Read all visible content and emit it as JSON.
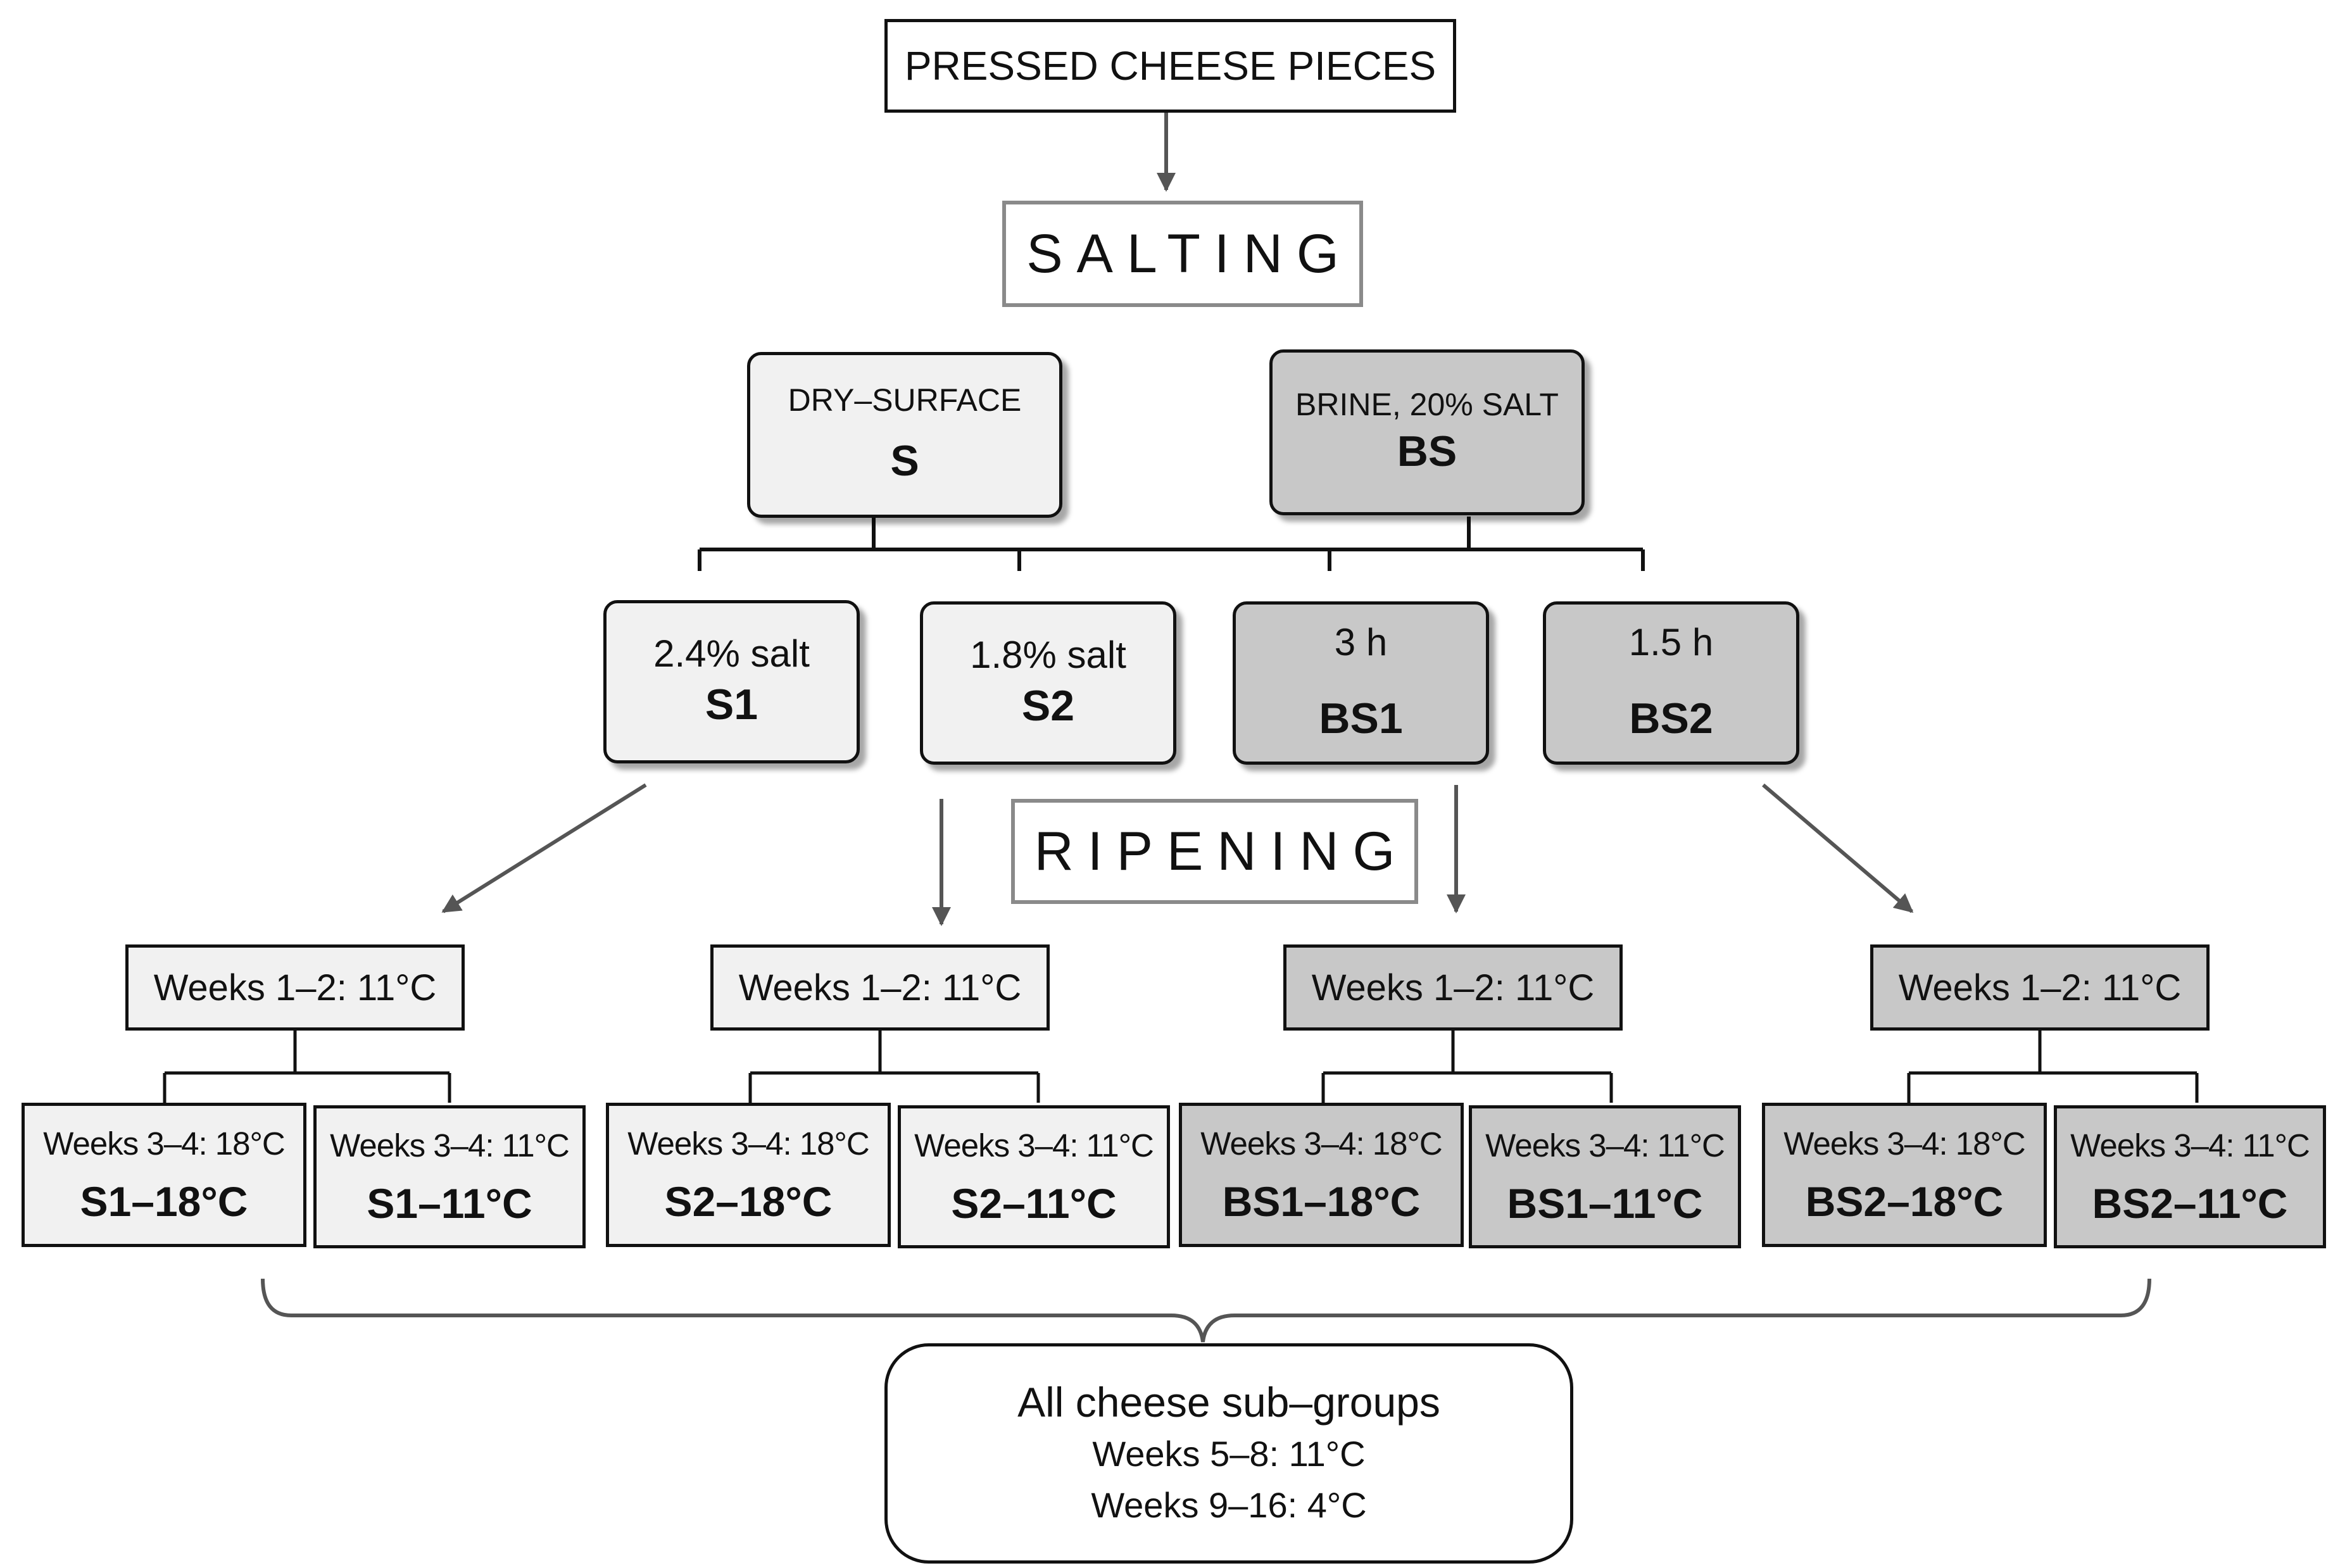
{
  "top": {
    "label": "PRESSED CHEESE PIECES"
  },
  "salting": {
    "label": "SALTING"
  },
  "ripening": {
    "label": "RIPENING"
  },
  "methods": [
    {
      "caption": "DRY–SURFACE",
      "code": "S",
      "fill": "#f1f1f1"
    },
    {
      "caption": "BRINE, 20% SALT",
      "code": "BS",
      "fill": "#c8c8c8"
    }
  ],
  "groups": [
    {
      "caption": "2.4% salt",
      "code": "S1"
    },
    {
      "caption": "1.8% salt",
      "code": "S2"
    },
    {
      "caption": "3 h",
      "code": "BS1"
    },
    {
      "caption": "1.5 h",
      "code": "BS2"
    }
  ],
  "weeks12": [
    "Weeks 1–2: 11°C",
    "Weeks 1–2: 11°C",
    "Weeks 1–2: 11°C",
    "Weeks 1–2: 11°C"
  ],
  "subgroups": [
    {
      "weeks": "Weeks 3–4: 18°C",
      "code": "S1–18°C"
    },
    {
      "weeks": "Weeks 3–4: 11°C",
      "code": "S1–11°C"
    },
    {
      "weeks": "Weeks 3–4: 18°C",
      "code": "S2–18°C"
    },
    {
      "weeks": "Weeks 3–4: 11°C",
      "code": "S2–11°C"
    },
    {
      "weeks": "Weeks 3–4: 18°C",
      "code": "BS1–18°C"
    },
    {
      "weeks": "Weeks 3–4: 11°C",
      "code": "BS1–11°C"
    },
    {
      "weeks": "Weeks 3–4: 18°C",
      "code": "BS2–18°C"
    },
    {
      "weeks": "Weeks 3–4: 11°C",
      "code": "BS2–11°C"
    }
  ],
  "final": {
    "title": "All cheese sub–groups",
    "line1": "Weeks 5–8: 11°C",
    "line2": "Weeks 9–16: 4°C"
  },
  "colors": {
    "light_fill": "#f1f1f1",
    "dark_fill": "#c8c8c8",
    "arrow": "#555555",
    "frame": "#8a8a8a"
  }
}
